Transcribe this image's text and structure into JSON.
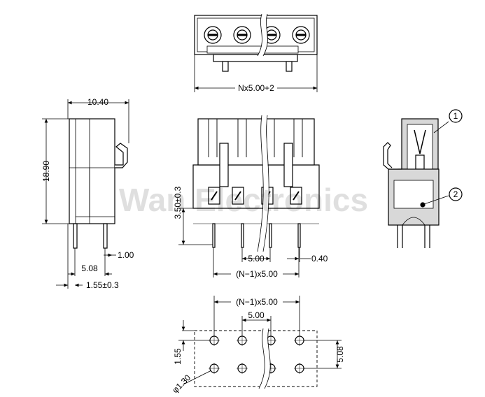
{
  "watermark": "Wan Electronics",
  "top_view": {
    "width_label": "Nx5.00+2"
  },
  "side_view": {
    "width_label": "10.40",
    "height_label": "18.90",
    "pin_thickness_label": "1.00",
    "pitch_row_label": "5.08",
    "offset_label": "1.55±0.3"
  },
  "front_view": {
    "pin_height_label": "3.50±0.3",
    "pitch_label": "5.00",
    "pin_width_label": "0.40",
    "span_label": "(N−1)x5.00"
  },
  "section_view": {
    "callouts": [
      "1",
      "2"
    ]
  },
  "footprint": {
    "span_label": "(N−1)x5.00",
    "pitch_label": "5.00",
    "row_pitch_label": "5.08",
    "edge_label": "1.55",
    "hole_label": "φ1.30"
  },
  "colors": {
    "line": "#000000",
    "body": "#ffffff",
    "shade": "#d8d8d8"
  }
}
